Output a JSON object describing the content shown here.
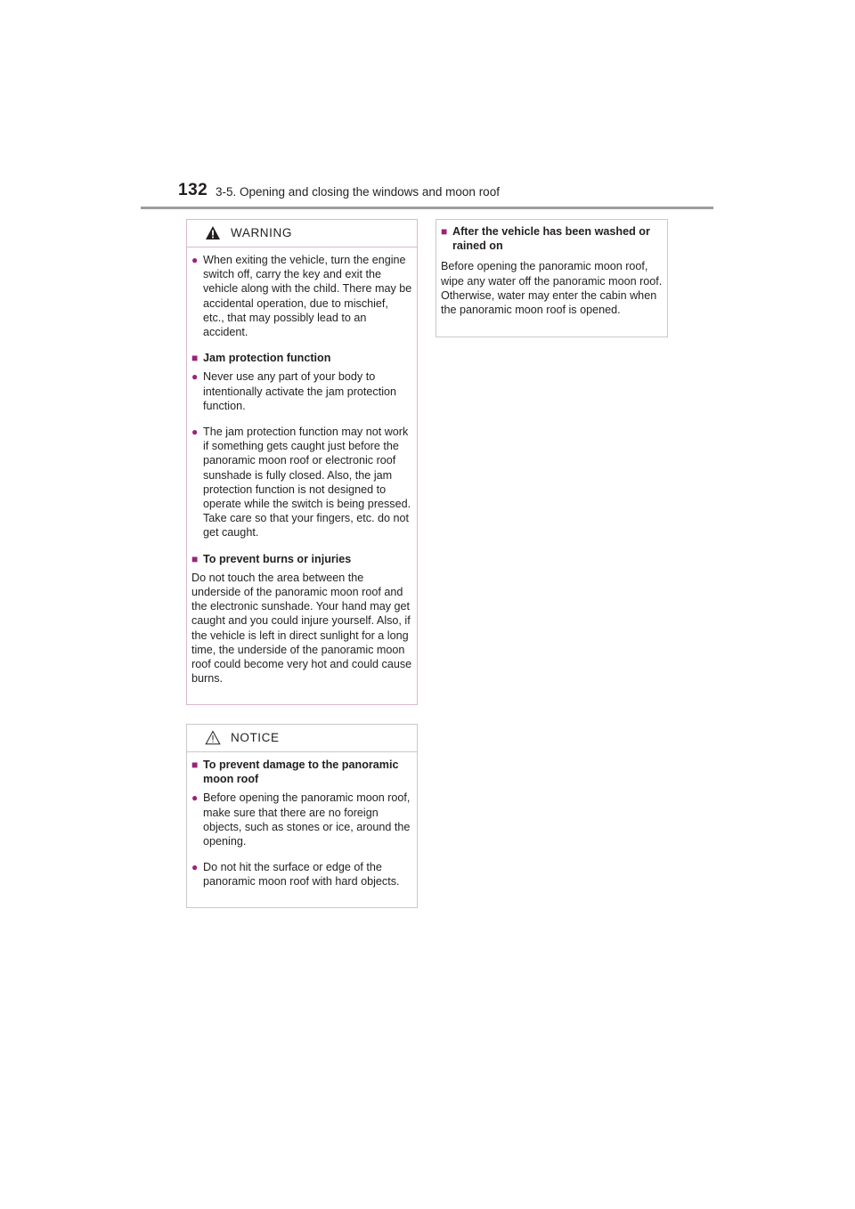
{
  "header": {
    "page_number": "132",
    "section_title": "3-5. Opening and closing the windows and moon roof"
  },
  "warning": {
    "icon": "warning-triangle-icon",
    "title": "WARNING",
    "bullet1": "When exiting the vehicle, turn the engine switch off, carry the key and exit the vehicle along with the child. There may be accidental operation, due to mischief, etc., that may possibly lead to an accident.",
    "heading_jam": "Jam protection function",
    "bullet2": "Never use any part of your body to intentionally activate the jam protection function.",
    "bullet3": "The jam protection function may not work if something gets caught just before the panoramic moon roof or electronic roof sunshade is fully closed. Also, the jam protection function is not designed to operate while the switch is being pressed. Take care so that your fingers, etc. do not get caught.",
    "heading_burns": "To prevent burns or injuries",
    "para_burns": "Do not touch the area between the underside of the panoramic moon roof and the electronic sunshade. Your hand may get caught and you could injure yourself. Also, if the vehicle is left in direct sunlight for a long time, the underside of the panoramic moon roof could become very hot and could cause burns."
  },
  "notice": {
    "icon": "caution-triangle-icon",
    "title": "NOTICE",
    "heading": "To prevent damage to the panoramic moon roof",
    "bullet1": "Before opening the panoramic moon roof, make sure that there are no foreign objects, such as stones or ice, around the opening.",
    "bullet2": "Do not hit the surface or edge of the panoramic moon roof with hard objects."
  },
  "rain": {
    "heading": "After the vehicle has been washed or rained on",
    "para": "Before opening the panoramic moon roof, wipe any water off the panoramic moon roof. Otherwise, water may enter the cabin when the panoramic moon roof is opened."
  },
  "glyphs": {
    "bullet": "●",
    "square": "■"
  },
  "colors": {
    "accent": "#9b2379",
    "rule": "#9e9e9e",
    "warning_border": "#d9b8d2"
  }
}
